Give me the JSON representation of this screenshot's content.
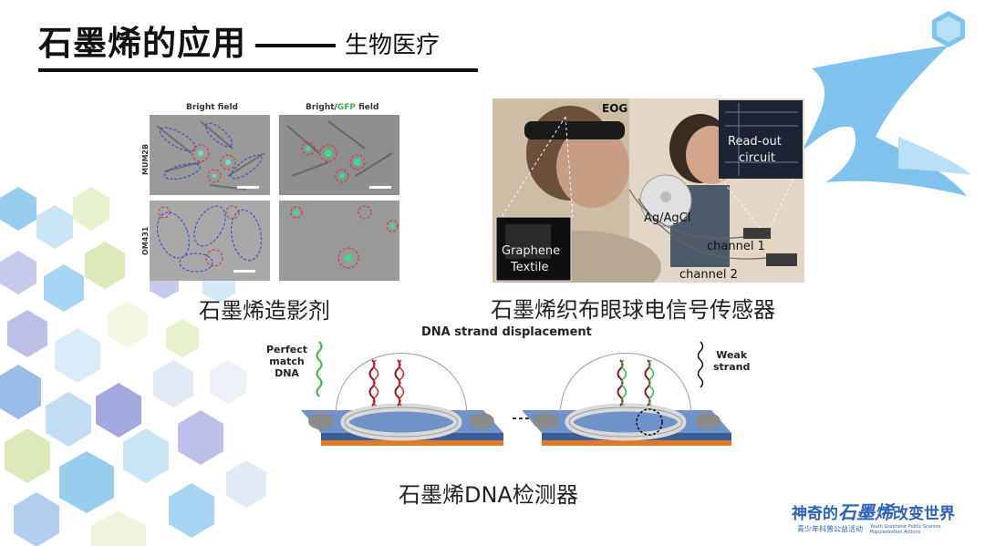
{
  "title": {
    "main": "石墨烯的应用",
    "sub": "生物医疗"
  },
  "panels": {
    "contrast_agent": {
      "caption": "石墨烯造影剂",
      "col_headers": [
        "Bright field",
        "Bright/",
        "GFP",
        " field"
      ],
      "row_labels": [
        "MUM2B",
        "OM431"
      ]
    },
    "eog_sensor": {
      "caption": "石墨烯织布眼球电信号传感器",
      "labels": {
        "eog": "EOG",
        "readout_line1": "Read-out",
        "readout_line2": "circuit",
        "electrode": "Ag/AgCl",
        "textile_line1": "Graphene",
        "textile_line2": "Textile",
        "channel1": "channel 1",
        "channel2": "channel 2"
      }
    },
    "dna_detector": {
      "caption": "石墨烯DNA检测器",
      "title": "DNA strand displacement",
      "perfect_match_line1": "Perfect",
      "perfect_match_line2": "match",
      "perfect_match_line3": "DNA",
      "weak_line1": "Weak",
      "weak_line2": "strand"
    }
  },
  "logo": {
    "main_a": "神奇的",
    "main_b": "石墨烯",
    "main_c": "改变世界",
    "sub_cn": "青少年科普公益活动",
    "sub_en_line1": "Youth Graphene Public Science",
    "sub_en_line2": "Popularization Actions"
  },
  "colors": {
    "accent_blue": "#2a63b8",
    "light_blue": "#8cc8ec",
    "gfp_green": "#3cb54a",
    "title_black": "#111111"
  }
}
